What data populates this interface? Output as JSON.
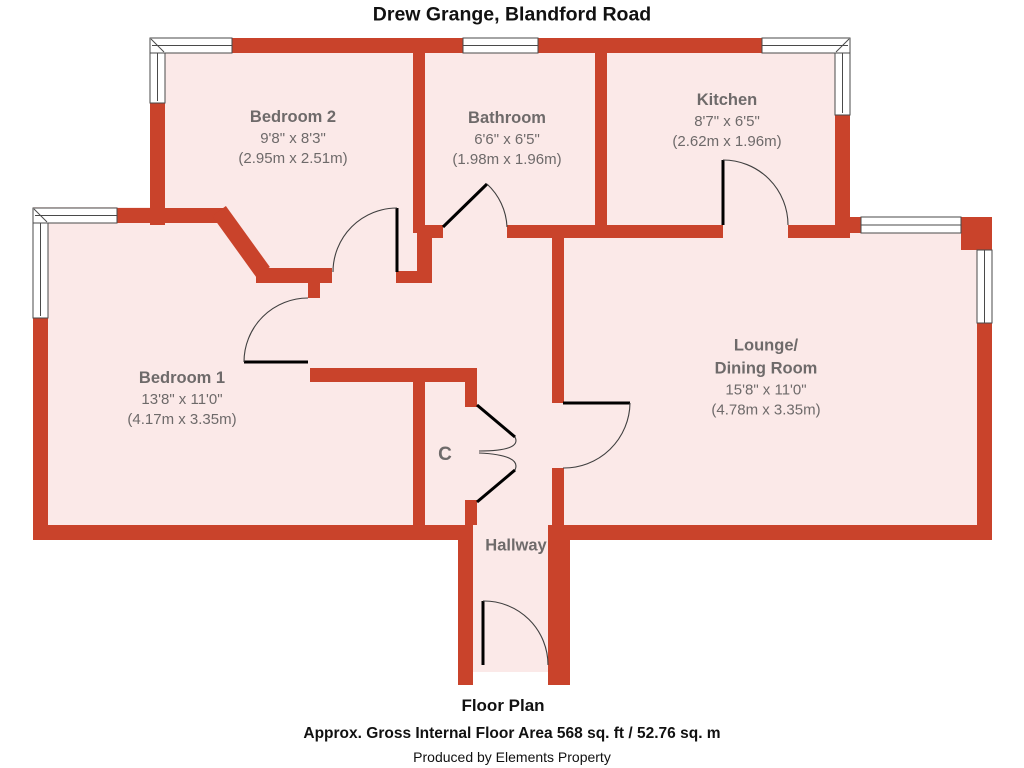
{
  "title": "Drew Grange, Blandford Road",
  "rooms": {
    "bedroom2": {
      "name": "Bedroom 2",
      "imperial": "9'8\" x 8'3\"",
      "metric": "(2.95m x 2.51m)"
    },
    "bathroom": {
      "name": "Bathroom",
      "imperial": "6'6\" x 6'5\"",
      "metric": "(1.98m x 1.96m)"
    },
    "kitchen": {
      "name": "Kitchen",
      "imperial": "8'7\" x 6'5\"",
      "metric": "(2.62m x 1.96m)"
    },
    "bedroom1": {
      "name": "Bedroom 1",
      "imperial": "13'8\" x 11'0\"",
      "metric": "(4.17m x 3.35m)"
    },
    "lounge": {
      "name_line1": "Lounge/",
      "name_line2": "Dining Room",
      "imperial": "15'8\" x 11'0\"",
      "metric": "(4.78m x 3.35m)"
    }
  },
  "labels": {
    "cupboard": "C",
    "hallway": "Hallway"
  },
  "footer": {
    "plan_label": "Floor Plan",
    "area": "Approx. Gross Internal Floor Area 568 sq. ft / 52.76 sq. m",
    "produced_by": "Produced by Elements Property"
  },
  "colors": {
    "wall": "#c9432b",
    "floor": "#fbe9e8",
    "roomtext": "#6e6a6a"
  }
}
